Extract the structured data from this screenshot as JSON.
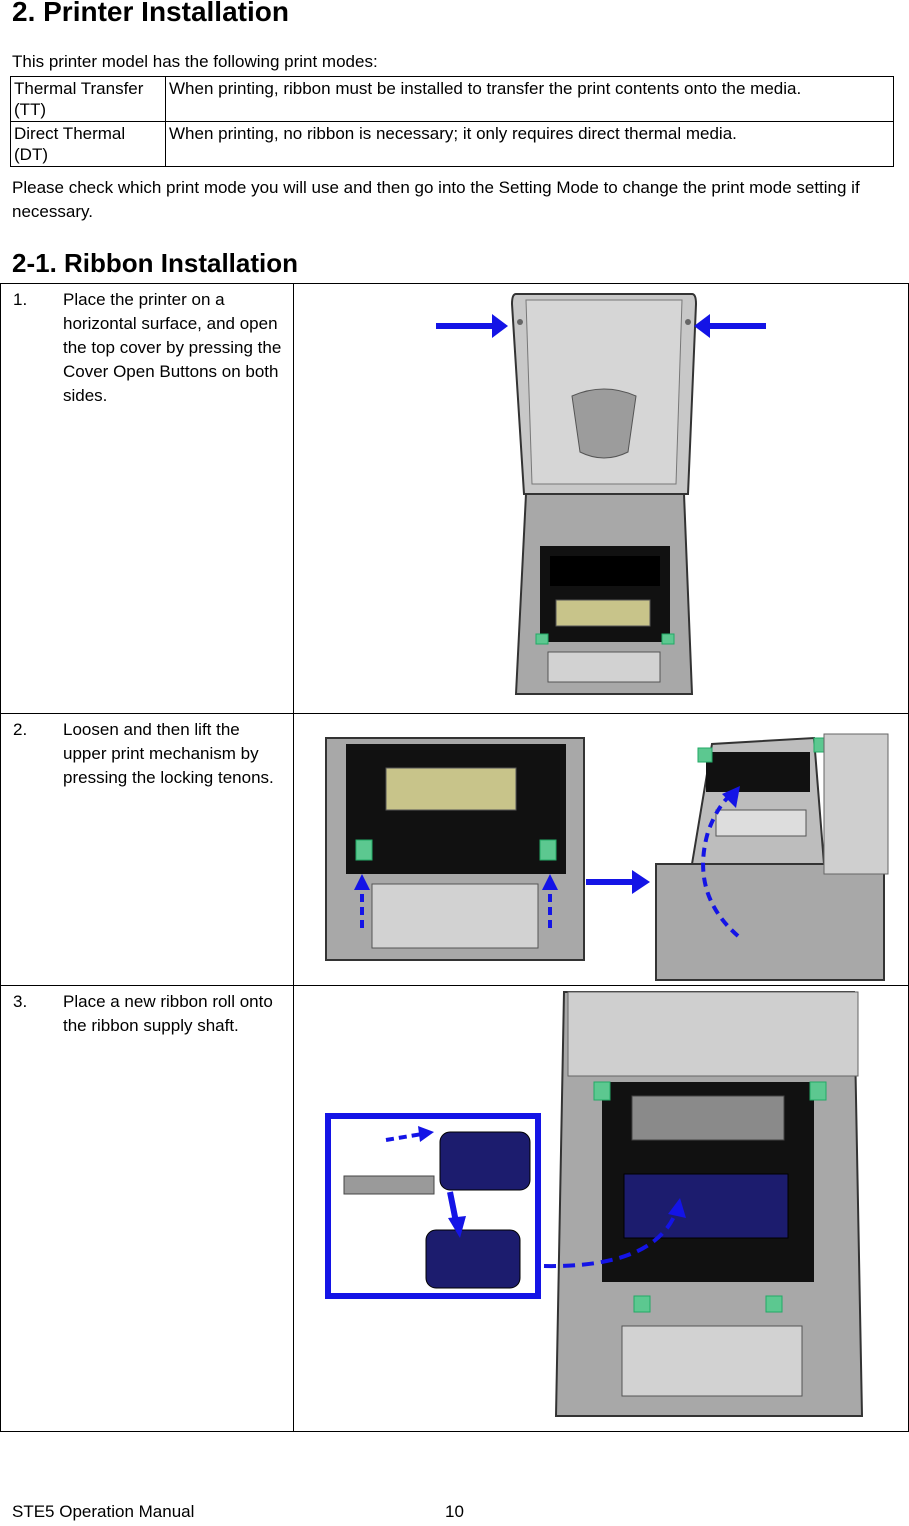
{
  "section_title": "2. Printer Installation",
  "intro": "This printer model has the following print modes:",
  "modes": [
    {
      "name": "Thermal Transfer (TT)",
      "desc": "When printing, ribbon must be installed to transfer the print contents onto the media."
    },
    {
      "name": "Direct Thermal (DT)",
      "desc": "When printing, no ribbon is necessary; it only requires direct thermal media."
    }
  ],
  "note": "Please check which print mode you will use and then go into the Setting Mode to change the print mode setting if necessary.",
  "subsection_title": "2-1. Ribbon Installation",
  "steps": [
    {
      "num": "1.",
      "text": "Place the printer on a horizontal surface, and open the top cover by pressing the Cover Open Buttons on both sides."
    },
    {
      "num": "2.",
      "text": "Loosen and then lift the upper print mechanism by pressing the locking tenons."
    },
    {
      "num": "3.",
      "text": "Place a new ribbon roll onto the ribbon supply shaft."
    }
  ],
  "footer": {
    "manual": "STE5 Operation Manual",
    "page": "10"
  },
  "colors": {
    "arrow": "#1414e6",
    "ribbon": "#1c1c6e",
    "latch": "#5cc890",
    "body": "#a8a8a8"
  }
}
